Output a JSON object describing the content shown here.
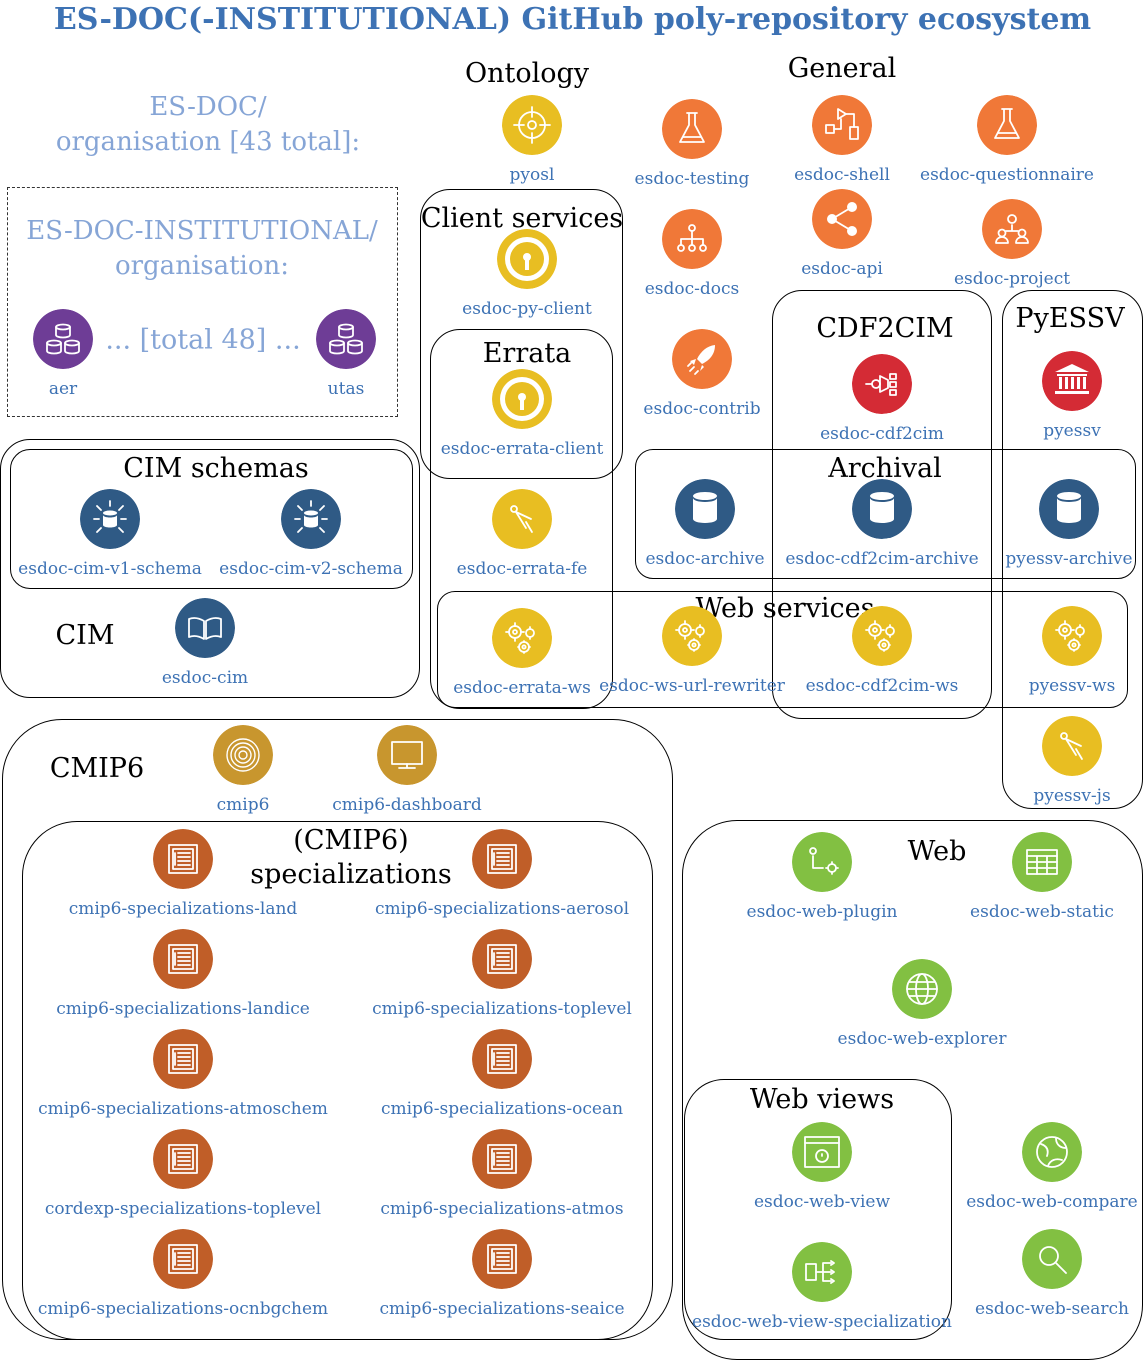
{
  "title": "ES-DOC(-INSTITUTIONAL) GitHub poly-repository ecosystem",
  "org_esdoc": {
    "line1": "ES-DOC/",
    "line2": "organisation [43 total]:"
  },
  "org_institutional": {
    "line1": "ES-DOC-INSTITUTIONAL/",
    "line2": "organisation:",
    "ellipsis": "... [total 48] ..."
  },
  "groups": {
    "ontology": "Ontology",
    "general": "General",
    "client_services": "Client services",
    "errata": "Errata",
    "cdf2cim": "CDF2CIM",
    "pyessv": "PyESSV",
    "archival": "Archival",
    "cim_schemas": "CIM schemas",
    "cim": "CIM",
    "web_services": "Web services",
    "cmip6": "CMIP6",
    "cmip6_specializations": {
      "line1": "(CMIP6)",
      "line2": "specializations"
    },
    "web": "Web",
    "web_views": "Web views"
  },
  "colors": {
    "title": "#3d72b4",
    "label": "#3d72b4",
    "org_text": "#86a5d6",
    "purple": "#6e3d96",
    "orange": "#f07838",
    "yellow": "#e8be22",
    "navy": "#2f5a85",
    "red": "#d42b35",
    "gold": "#c8962e",
    "rust": "#c05e28",
    "green": "#82c042"
  },
  "nodes": [
    {
      "id": "aer",
      "label": "aer",
      "icon": "database-cluster-icon",
      "color": "#6e3d96"
    },
    {
      "id": "utas",
      "label": "utas",
      "icon": "database-cluster-icon",
      "color": "#6e3d96"
    },
    {
      "id": "pyosl",
      "label": "pyosl",
      "icon": "target-icon",
      "color": "#e8be22"
    },
    {
      "id": "esdoc-testing",
      "label": "esdoc-testing",
      "icon": "flask-icon",
      "color": "#f07838"
    },
    {
      "id": "esdoc-shell",
      "label": "esdoc-shell",
      "icon": "flowchart-icon",
      "color": "#f07838"
    },
    {
      "id": "esdoc-questionnaire",
      "label": "esdoc-questionnaire",
      "icon": "flask-icon",
      "color": "#f07838"
    },
    {
      "id": "esdoc-py-client",
      "label": "esdoc-py-client",
      "icon": "power-icon",
      "color": "#e8be22"
    },
    {
      "id": "esdoc-docs",
      "label": "esdoc-docs",
      "icon": "hierarchy-icon",
      "color": "#f07838"
    },
    {
      "id": "esdoc-api",
      "label": "esdoc-api",
      "icon": "share-icon",
      "color": "#f07838"
    },
    {
      "id": "esdoc-project",
      "label": "esdoc-project",
      "icon": "team-icon",
      "color": "#f07838"
    },
    {
      "id": "esdoc-errata-client",
      "label": "esdoc-errata-client",
      "icon": "power-icon",
      "color": "#e8be22"
    },
    {
      "id": "esdoc-contrib",
      "label": "esdoc-contrib",
      "icon": "rocket-icon",
      "color": "#f07838"
    },
    {
      "id": "esdoc-cdf2cim",
      "label": "esdoc-cdf2cim",
      "icon": "converter-icon",
      "color": "#d42b35"
    },
    {
      "id": "pyessv",
      "label": "pyessv",
      "icon": "institution-icon",
      "color": "#d42b35"
    },
    {
      "id": "esdoc-cim-v1-schema",
      "label": "esdoc-cim-v1-schema",
      "icon": "database-arrows-icon",
      "color": "#2f5a85"
    },
    {
      "id": "esdoc-cim-v2-schema",
      "label": "esdoc-cim-v2-schema",
      "icon": "database-arrows-icon",
      "color": "#2f5a85"
    },
    {
      "id": "esdoc-errata-fe",
      "label": "esdoc-errata-fe",
      "icon": "compass-icon",
      "color": "#e8be22"
    },
    {
      "id": "esdoc-archive",
      "label": "esdoc-archive",
      "icon": "database-icon",
      "color": "#2f5a85"
    },
    {
      "id": "esdoc-cdf2cim-archive",
      "label": "esdoc-cdf2cim-archive",
      "icon": "database-icon",
      "color": "#2f5a85"
    },
    {
      "id": "pyessv-archive",
      "label": "pyessv-archive",
      "icon": "database-icon",
      "color": "#2f5a85"
    },
    {
      "id": "esdoc-cim",
      "label": "esdoc-cim",
      "icon": "book-database-icon",
      "color": "#2f5a85"
    },
    {
      "id": "esdoc-errata-ws",
      "label": "esdoc-errata-ws",
      "icon": "gears-icon",
      "color": "#e8be22"
    },
    {
      "id": "esdoc-ws-url-rewriter",
      "label": "esdoc-ws-url-rewriter",
      "icon": "gears-icon",
      "color": "#e8be22"
    },
    {
      "id": "esdoc-cdf2cim-ws",
      "label": "esdoc-cdf2cim-ws",
      "icon": "gears-icon",
      "color": "#e8be22"
    },
    {
      "id": "pyessv-ws",
      "label": "pyessv-ws",
      "icon": "gears-icon",
      "color": "#e8be22"
    },
    {
      "id": "pyessv-js",
      "label": "pyessv-js",
      "icon": "compass-icon",
      "color": "#e8be22"
    },
    {
      "id": "cmip6",
      "label": "cmip6",
      "icon": "spiral-icon",
      "color": "#c8962e"
    },
    {
      "id": "cmip6-dashboard",
      "label": "cmip6-dashboard",
      "icon": "monitor-icon",
      "color": "#c8962e"
    },
    {
      "id": "cmip6-specializations-land",
      "label": "cmip6-specializations-land",
      "icon": "document-icon",
      "color": "#c05e28"
    },
    {
      "id": "cmip6-specializations-aerosol",
      "label": "cmip6-specializations-aerosol",
      "icon": "document-icon",
      "color": "#c05e28"
    },
    {
      "id": "cmip6-specializations-landice",
      "label": "cmip6-specializations-landice",
      "icon": "document-icon",
      "color": "#c05e28"
    },
    {
      "id": "cmip6-specializations-toplevel",
      "label": "cmip6-specializations-toplevel",
      "icon": "document-icon",
      "color": "#c05e28"
    },
    {
      "id": "cmip6-specializations-atmoschem",
      "label": "cmip6-specializations-atmoschem",
      "icon": "document-icon",
      "color": "#c05e28"
    },
    {
      "id": "cmip6-specializations-ocean",
      "label": "cmip6-specializations-ocean",
      "icon": "document-icon",
      "color": "#c05e28"
    },
    {
      "id": "cordexp-specializations-toplevel",
      "label": "cordexp-specializations-toplevel",
      "icon": "document-icon",
      "color": "#c05e28"
    },
    {
      "id": "cmip6-specializations-atmos",
      "label": "cmip6-specializations-atmos",
      "icon": "document-icon",
      "color": "#c05e28"
    },
    {
      "id": "cmip6-specializations-ocnbgchem",
      "label": "cmip6-specializations-ocnbgchem",
      "icon": "document-icon",
      "color": "#c05e28"
    },
    {
      "id": "cmip6-specializations-seaice",
      "label": "cmip6-specializations-seaice",
      "icon": "document-icon",
      "color": "#c05e28"
    },
    {
      "id": "esdoc-web-plugin",
      "label": "esdoc-web-plugin",
      "icon": "plugin-icon",
      "color": "#82c042"
    },
    {
      "id": "esdoc-web-static",
      "label": "esdoc-web-static",
      "icon": "table-icon",
      "color": "#82c042"
    },
    {
      "id": "esdoc-web-explorer",
      "label": "esdoc-web-explorer",
      "icon": "globe-icon",
      "color": "#82c042"
    },
    {
      "id": "esdoc-web-view",
      "label": "esdoc-web-view",
      "icon": "browser-icon",
      "color": "#82c042"
    },
    {
      "id": "esdoc-web-compare",
      "label": "esdoc-web-compare",
      "icon": "globe-compare-icon",
      "color": "#82c042"
    },
    {
      "id": "esdoc-web-view-specialization",
      "label": "esdoc-web-view-specialization",
      "icon": "tree-icon",
      "color": "#82c042"
    },
    {
      "id": "esdoc-web-search",
      "label": "esdoc-web-search",
      "icon": "search-icon",
      "color": "#82c042"
    }
  ]
}
